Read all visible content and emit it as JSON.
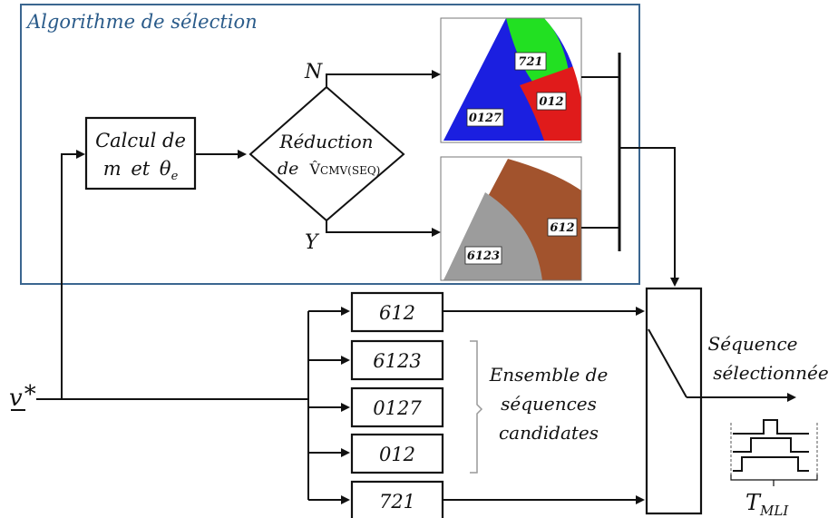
{
  "title": "Algorithme de sélection",
  "calc_box": {
    "line1": "Calcul de",
    "line2_m": "m",
    "line2_et": "et",
    "line2_theta": "θ",
    "line2_sub": "e"
  },
  "decision": {
    "line1": "Réduction",
    "line2_de": "de",
    "line2_v": "V̂",
    "line2_sub": "CMV(SEQ)"
  },
  "branch_no": "N",
  "branch_yes": "Y",
  "region_map_n": {
    "labels": [
      "721",
      "012",
      "0127"
    ],
    "colors": {
      "blue": "#1b1fe0",
      "green": "#22e022",
      "red": "#e01b1b"
    }
  },
  "region_map_y": {
    "labels": [
      "612",
      "6123"
    ],
    "colors": {
      "brown": "#a2532d",
      "gray": "#9c9c9c"
    }
  },
  "sequences": [
    "612",
    "6123",
    "0127",
    "012",
    "721"
  ],
  "candidates_label": [
    "Ensemble de",
    "séquences",
    "candidates"
  ],
  "input_label": "v",
  "input_star": "*",
  "output_label": [
    "Séquence",
    "sélectionnée"
  ],
  "pwm_label": "T",
  "pwm_sub": "MLI",
  "colors": {
    "frame": "#3b6690",
    "title": "#2a5b8a",
    "line": "#111111"
  }
}
